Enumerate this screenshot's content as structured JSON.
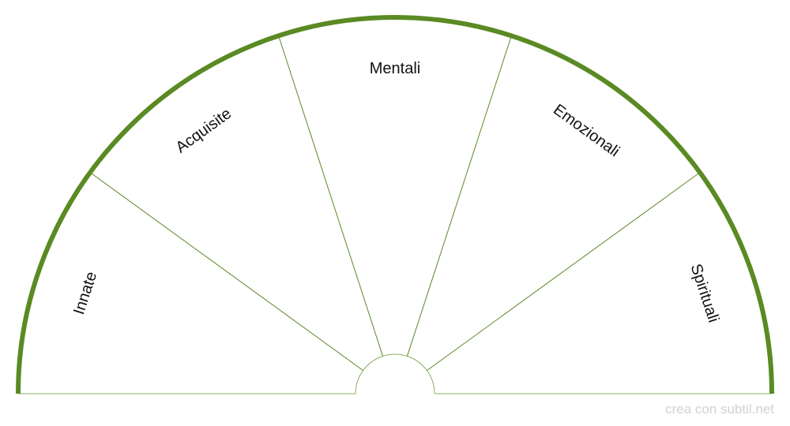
{
  "diagram": {
    "type": "semicircle-sector-diagram",
    "sectors": [
      {
        "label": "Innate"
      },
      {
        "label": "Acquisite"
      },
      {
        "label": "Mentali"
      },
      {
        "label": "Emozionali"
      },
      {
        "label": "Spirituali"
      }
    ],
    "colors": {
      "outer_arc": "#5a8a23",
      "divider_lines": "#5a8a23",
      "inner_arc": "#8aac66",
      "label_text": "#111111"
    }
  },
  "watermark": {
    "text": "crea con subtil.net"
  }
}
